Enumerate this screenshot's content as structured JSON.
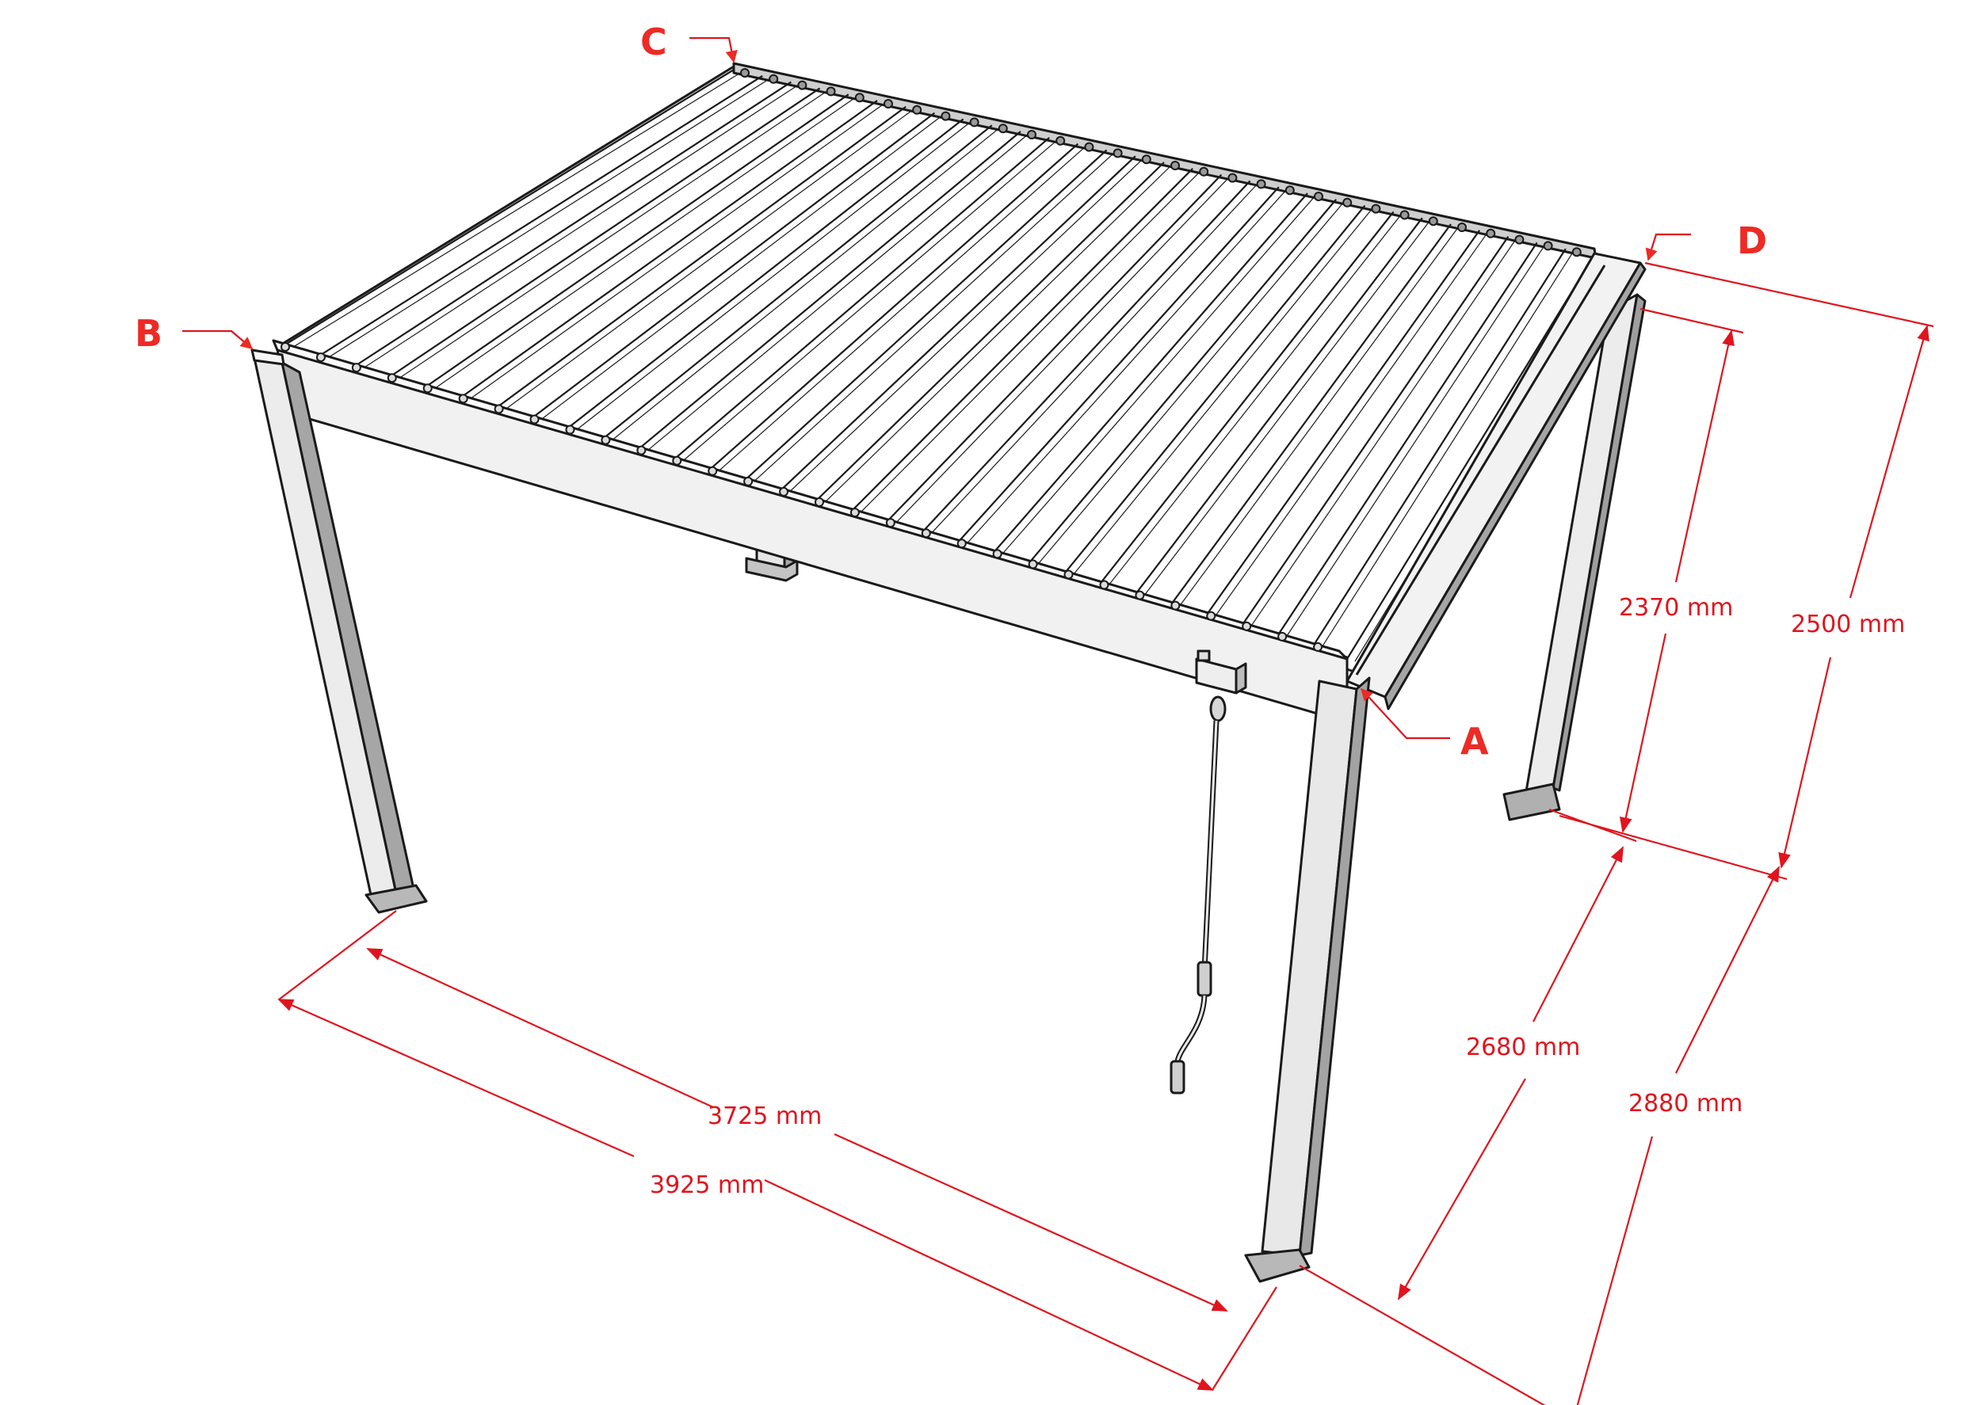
{
  "diagram": {
    "subject": "Louvered aluminium pergola with manual crank",
    "accent_color": "#e0141e",
    "corner_labels": [
      {
        "id": "A",
        "text": "A",
        "position": "front-right corner"
      },
      {
        "id": "B",
        "text": "B",
        "position": "front-left corner"
      },
      {
        "id": "C",
        "text": "C",
        "position": "back-left corner"
      },
      {
        "id": "D",
        "text": "D",
        "position": "back-right corner"
      }
    ],
    "dimensions": {
      "length_inner": {
        "text": "3725 mm",
        "value": 3725,
        "unit": "mm"
      },
      "length_outer": {
        "text": "3925 mm",
        "value": 3925,
        "unit": "mm"
      },
      "width_inner": {
        "text": "2680 mm",
        "value": 2680,
        "unit": "mm"
      },
      "width_outer": {
        "text": "2880 mm",
        "value": 2880,
        "unit": "mm"
      },
      "height_inner": {
        "text": "2370 mm",
        "value": 2370,
        "unit": "mm"
      },
      "height_outer": {
        "text": "2500 mm",
        "value": 2500,
        "unit": "mm"
      }
    },
    "components": [
      "roof-louvers",
      "perimeter-beams",
      "four-posts",
      "base-plates",
      "crank-gearbox",
      "crank-handle"
    ]
  }
}
